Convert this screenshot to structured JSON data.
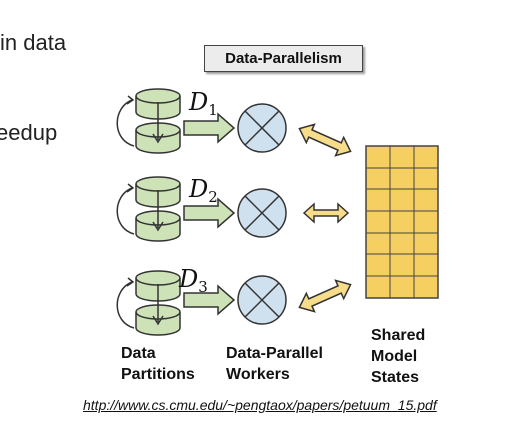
{
  "slide_text": {
    "fragment_1": "in data",
    "fragment_2": "eedup"
  },
  "diagram": {
    "title": "Data-Parallelism",
    "partitions": [
      {
        "label": "D",
        "subscript": "1"
      },
      {
        "label": "D",
        "subscript": "2"
      },
      {
        "label": "D",
        "subscript": "3"
      }
    ],
    "labels": {
      "partitions": [
        "Data",
        "Partitions"
      ],
      "workers": [
        "Data-Parallel",
        "Workers"
      ],
      "states": [
        "Shared",
        "Model",
        "States"
      ]
    },
    "colors": {
      "cylinder_fill": "#cde3b7",
      "arrow_fill": "#cde3b7",
      "worker_fill": "#cfe0ef",
      "grid_fill": "#f5cf60",
      "double_arrow_fill": "#f7dc8a"
    }
  },
  "link": "http://www.cs.cmu.edu/~pengtaox/papers/petuum_15.pdf"
}
